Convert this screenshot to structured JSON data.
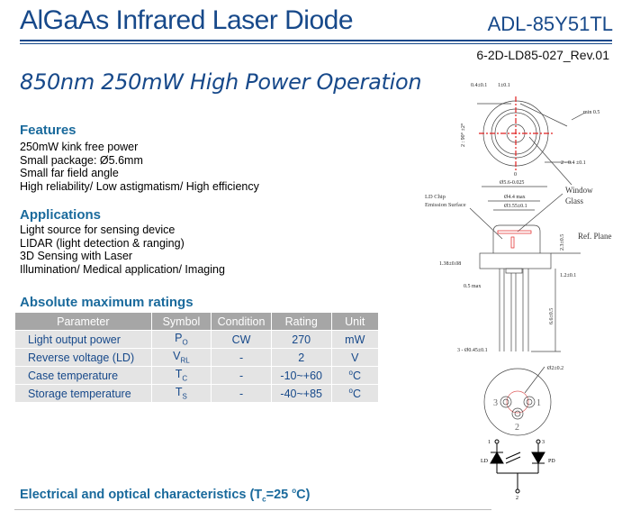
{
  "header": {
    "title": "AlGaAs Infrared Laser Diode",
    "part_number": "ADL-85Y51TL",
    "doc_number": "6-2D-LD85-027_Rev.01",
    "subtitle": "850nm 250mW High Power Operation"
  },
  "features": {
    "heading": "Features",
    "items": [
      "250mW kink free power",
      "Small package: Ø5.6mm",
      "Small far field angle",
      "High reliability/ Low astigmatism/ High efficiency"
    ]
  },
  "applications": {
    "heading": "Applications",
    "items": [
      "Light source for sensing device",
      "LIDAR (light detection & ranging)",
      "3D Sensing with Laser",
      "Illumination/ Medical application/ Imaging"
    ]
  },
  "ratings": {
    "heading": "Absolute maximum ratings",
    "columns": [
      "Parameter",
      "Symbol",
      "Condition",
      "Rating",
      "Unit"
    ],
    "rows": [
      {
        "parameter": "Light output power",
        "sym": "P",
        "sub": "O",
        "condition": "CW",
        "rating": "270",
        "unit": "mW",
        "unit_sup": ""
      },
      {
        "parameter": "Reverse voltage (LD)",
        "sym": "V",
        "sub": "RL",
        "condition": "-",
        "rating": "2",
        "unit": "V",
        "unit_sup": ""
      },
      {
        "parameter": "Case temperature",
        "sym": "T",
        "sub": "C",
        "condition": "-",
        "rating": "-10~+60",
        "unit": "C",
        "unit_sup": "o"
      },
      {
        "parameter": "Storage temperature",
        "sym": "T",
        "sub": "S",
        "condition": "-",
        "rating": "-40~+85",
        "unit": "C",
        "unit_sup": "o"
      }
    ]
  },
  "electrical": {
    "heading_pre": "Electrical and optical characteristics (T",
    "heading_sub": "c",
    "heading_mid": "=25 ",
    "heading_sup": "o",
    "heading_post": "C)"
  },
  "drawing": {
    "dim_a": "0.4±0.1",
    "dim_b": "1±0.1",
    "dim_min": "min 0.5",
    "dim_notch": "2 - 0.4 ±0.1",
    "dim_angle": "2 : 90° ±2°",
    "zero": "0",
    "dia_outer": "Ø5.6-0.025",
    "dia_cap": "Ø4.4 max",
    "dia_window": "Ø3.55±0.1",
    "window_glass_1": "Window",
    "window_glass_2": "Glass",
    "chip_1": "LD Chip",
    "chip_2": "Emission Surface",
    "ref_plane": "Ref. Plane",
    "dim_height": "2.3±0.5",
    "dim_chip": "1.38±0.08",
    "dim_flange": "1.2±0.1",
    "dim_stub": "0.5 max",
    "dim_lead": "6.6±0.5",
    "dim_pin": "3 - Ø0.45±0.1",
    "dim_pcd": "Ø2±0.2",
    "pin1": "1",
    "pin2": "2",
    "pin3": "3",
    "ld": "LD",
    "pd": "PD"
  }
}
